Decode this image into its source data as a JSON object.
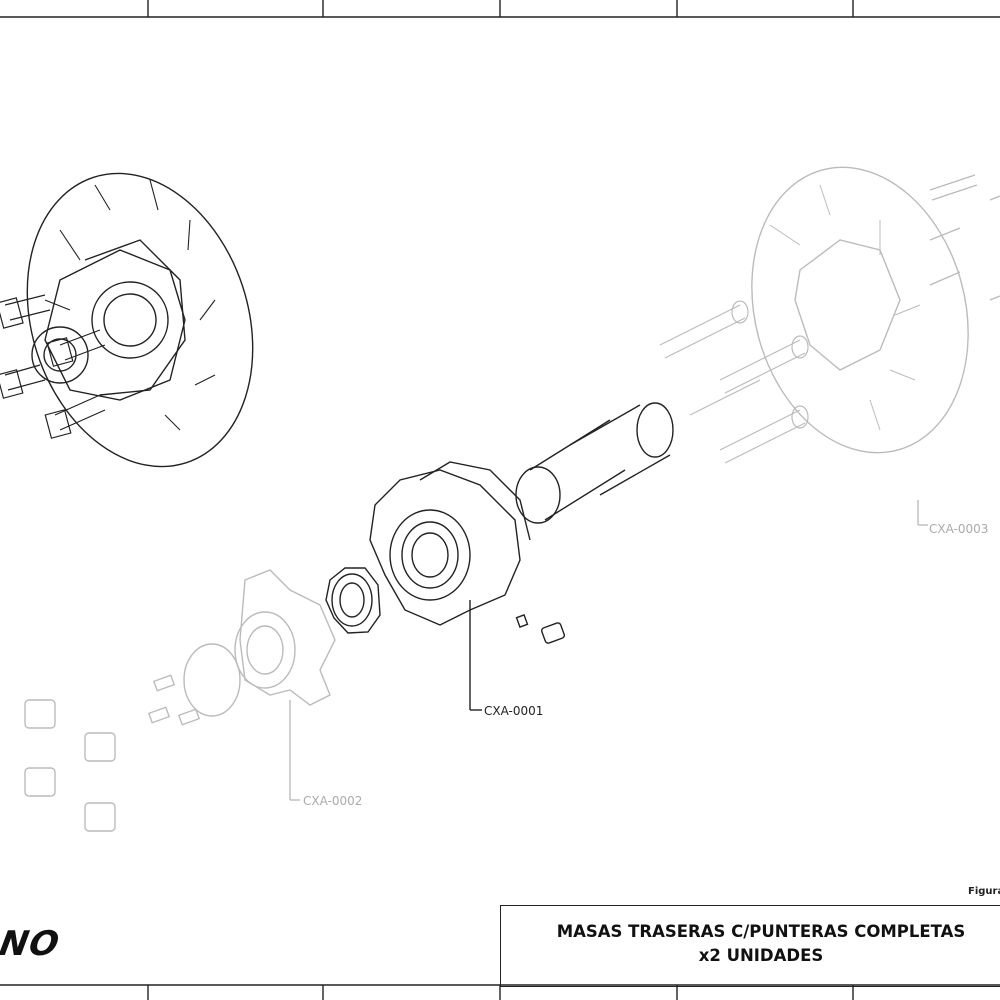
{
  "labels": {
    "part1": "CXA-0001",
    "part2": "CXA-0002",
    "part3": "CXA-0003"
  },
  "title_block": {
    "line1": "MASAS TRASERAS C/PUNTERAS COMPLETAS",
    "line2": "x2 UNIDADES",
    "figura": "Figura",
    "logo": "NO"
  },
  "colors": {
    "line": "#222222",
    "ghost": "#bbbbbb"
  }
}
